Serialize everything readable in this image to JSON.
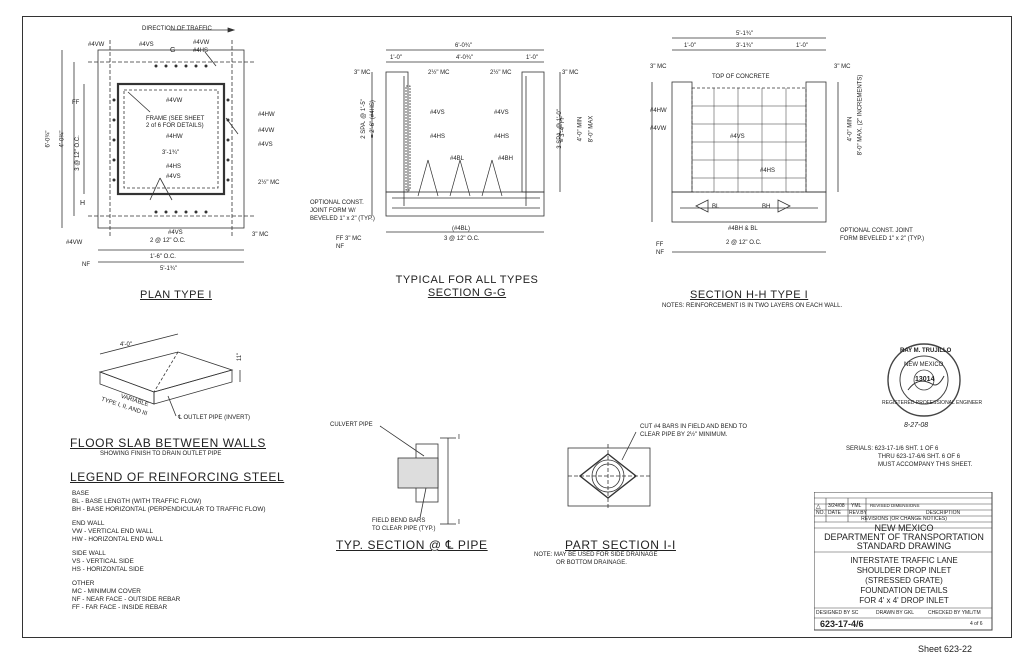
{
  "plan": {
    "title": "PLAN TYPE I",
    "direction_of_traffic": "DIRECTION OF TRAFFIC",
    "labels": [
      "#4VW",
      "#4VS",
      "#4VW",
      "#4HS",
      "#4VW",
      "FRAME (SEE SHEET",
      "2 of 6 FOR DETAILS)",
      "#4HW",
      "3'-1¾\"",
      "#4HS",
      "#4VS",
      "#4VW",
      "#4VS",
      "#4HW",
      "#4VW",
      "#4VS",
      "2 @ 12\" O.C.",
      "1'-6\" O.C.",
      "5'-1¾\"",
      "6'-0¾\"",
      "4'-0¾\"",
      "3 @ 12\" O.C.",
      "2½\" MC",
      "3\" MC",
      "FF",
      "NF",
      "G",
      "H"
    ]
  },
  "section_gg": {
    "title_1": "TYPICAL FOR ALL TYPES",
    "title_2": "SECTION G-G",
    "labels": [
      "6'-0¾\"",
      "1'-0\"",
      "4'-0¾\"",
      "1'-0\"",
      "3\" MC",
      "2½\" MC",
      "2½\" MC",
      "3\" MC",
      "#4VS",
      "#4HS",
      "#4BL",
      "#4BH",
      "#4VS",
      "#4HS",
      "2 SPA. @ 1'-5\"",
      "= 2'-6\" (#4HS)",
      "3 SPA. @ 1'-0\"",
      "= 3'-4\" FF",
      "4'-0\" MIN",
      "8'-0\" MAX",
      "OPTIONAL CONST.",
      "JOINT FORM W/",
      "BEVELED 1\" x 2\" (TYP.)",
      "(#4BL)",
      "3 @ 12\" O.C.",
      "FF 3\" MC",
      "NF"
    ]
  },
  "section_hh": {
    "title": "SECTION H-H TYPE I",
    "notes": "NOTES:  REINFORCEMENT IS IN TWO LAYERS ON EACH WALL.",
    "labels": [
      "5'-1¾\"",
      "1'-0\"",
      "3'-1¾\"",
      "1'-0\"",
      "3\" MC",
      "3\" MC",
      "TOP OF CONCRETE",
      "#4HW",
      "#4VW",
      "#4VS",
      "#4HS",
      "#4BH & BL",
      "2 @ 12\" O.C.",
      "BL",
      "BH",
      "OPTIONAL CONST. JOINT",
      "FORM BEVELED 1\" x 2\" (TYP.)",
      "4'-0\" MIN",
      "8'-0\" MAX. (2\" INCREMENTS)",
      "FF",
      "NF"
    ]
  },
  "floor_slab": {
    "title": "FLOOR SLAB BETWEEN WALLS",
    "subtitle": "SHOWING FINISH TO DRAIN OUTLET PIPE",
    "dim_top": "4'-0\"",
    "dim_side": "11\"",
    "variable": "VARIABLE",
    "type": "TYPE I, II, AND III",
    "outlet": "℄ OUTLET PIPE (INVERT)"
  },
  "legend": {
    "title": "LEGEND OF REINFORCING STEEL",
    "groups": [
      {
        "head": "BASE",
        "items": [
          "BL - BASE LENGTH (WITH TRAFFIC FLOW)",
          "BH - BASE HORIZONTAL (PERPENDICULAR TO TRAFFIC FLOW)"
        ]
      },
      {
        "head": "END WALL",
        "items": [
          "VW - VERTICAL END WALL",
          "HW - HORIZONTAL END WALL"
        ]
      },
      {
        "head": "SIDE WALL",
        "items": [
          "VS - VERTICAL SIDE",
          "HS - HORIZONTAL SIDE"
        ]
      },
      {
        "head": "OTHER",
        "items": [
          "MC - MINIMUM COVER",
          "NF - NEAR FACE - OUTSIDE REBAR",
          "FF - FAR FACE - INSIDE REBAR"
        ]
      }
    ]
  },
  "pipe_section": {
    "title": "TYP. SECTION @ ℄ PIPE",
    "culvert": "CULVERT PIPE",
    "field_bend_1": "FIELD BEND BARS",
    "field_bend_2": "TO CLEAR PIPE (TYP.)",
    "cut_i": "I"
  },
  "part_section": {
    "title": "PART SECTION I-I",
    "note_1": "NOTE:  MAY BE USED FOR SIDE DRAINAGE",
    "note_2": "OR BOTTOM DRAINAGE.",
    "cut_1": "CUT #4 BARS IN FIELD AND BEND TO",
    "cut_2": "CLEAR PIPE BY 2½\" MINIMUM."
  },
  "seal": {
    "name": "RAY M. TRUJILLO",
    "state": "NEW MEXICO",
    "number": "13014",
    "caption": "REGISTERED PROFESSIONAL ENGINEER",
    "date": "8-27-08"
  },
  "title_block": {
    "serials_1": "SERIALS:  623-17-1/6 SHT. 1 OF 6",
    "serials_2": "THRU 623-17-6/6 SHT. 6 OF 6",
    "serials_3": "MUST ACCOMPANY THIS SHEET.",
    "revision": {
      "no": "△",
      "date": "3/24/08",
      "by": "YML",
      "desc": "REVISED DIMENSIONS"
    },
    "rev_headers": [
      "NO.",
      "DATE",
      "REV.BY",
      "DESCRIPTION"
    ],
    "revisions_label": "REVISIONS (OR CHANGE NOTICES)",
    "agency_1": "NEW MEXICO",
    "agency_2": "DEPARTMENT OF TRANSPORTATION",
    "agency_3": "STANDARD DRAWING",
    "desc_1": "INTERSTATE TRAFFIC LANE",
    "desc_2": "SHOULDER DROP INLET",
    "desc_3": "(STRESSED GRATE)",
    "desc_4": "FOUNDATION DETAILS",
    "desc_5": "FOR 4' x 4' DROP INLET",
    "designed": "DESIGNED BY SC",
    "drawn": "DRAWN BY GKL",
    "checked": "CHECKED BY YML/TM",
    "drawing_no": "623-17-4/6",
    "sheet_of": "4 of 6"
  },
  "sheet_number": "Sheet 623-22"
}
